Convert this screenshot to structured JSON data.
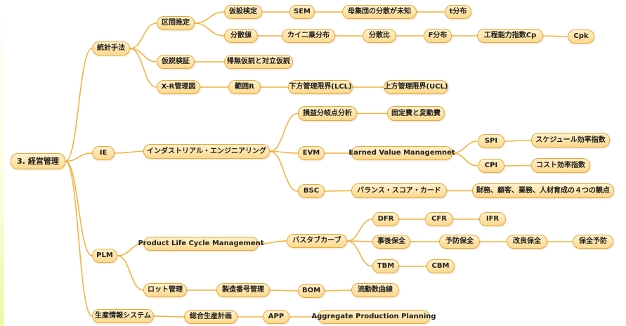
{
  "mindmap": {
    "root": "3. 経営管理",
    "statistics": {
      "label": "統計手法",
      "interval_estimation": {
        "label": "区間推定",
        "hypothesis_test": "仮設検定",
        "sem": "SEM",
        "population_variance_unknown": "母集団の分散が未知",
        "t_distribution": "t分布",
        "variance": "分散値",
        "chi_square": "カイ二乗分布",
        "variance_ratio": "分散比",
        "f_distribution": "F分布",
        "process_capability": "工程能力指数Cp",
        "cpk": "Cpk"
      },
      "hypothesis_testing": {
        "label": "仮説検証",
        "null_alternative": "帰無仮説と対立仮説"
      },
      "xr_chart": {
        "label": "X-R管理図",
        "range": "範囲R",
        "lcl": "下方管理限界(LCL)",
        "ucl": "上方管理限界(UCL)"
      }
    },
    "ie": {
      "label": "IE",
      "industrial_engineering": "インダストリアル・エンジニアリング",
      "break_even": "損益分岐点分析",
      "fixed_variable_cost": "固定費と変動費",
      "evm": "EVM",
      "earned_value": "Earned Value Managemnet",
      "spi": "SPI",
      "schedule_efficiency": "スケジュール効率指数",
      "cpi": "CPI",
      "cost_efficiency": "コスト効率指数",
      "bsc": "BSC",
      "balanced_scorecard": "バランス・スコア・カード",
      "four_perspectives": "財務、顧客、業務、人材育成の４つの観点"
    },
    "plm": {
      "label": "PLM",
      "product_lifecycle": "Product Life Cycle Management",
      "bathtub_curve": "バスタブカーブ",
      "dfr": "DFR",
      "cfr": "CFR",
      "ifr": "IFR",
      "corrective_maintenance": "事後保全",
      "preventive_maintenance": "予防保全",
      "improvement_maintenance": "改良保全",
      "maintenance_prevention": "保全予防",
      "tbm": "TBM",
      "cbm": "CBM",
      "lot_management": "ロット管理",
      "serial_number": "製造番号管理",
      "bom": "BOM",
      "flow_curve": "流動数曲線"
    },
    "production_info": {
      "label": "生産情報システム",
      "aggregate_planning": "総合生産計画",
      "app": "APP",
      "app_full": "Aggregate Production Planning"
    }
  },
  "colors": {
    "node_fill_top": "#fff0cb",
    "node_fill_bottom": "#fcd98e",
    "node_border": "#e9a93a",
    "edge": "#f2b340",
    "text": "#1e1e1e"
  }
}
